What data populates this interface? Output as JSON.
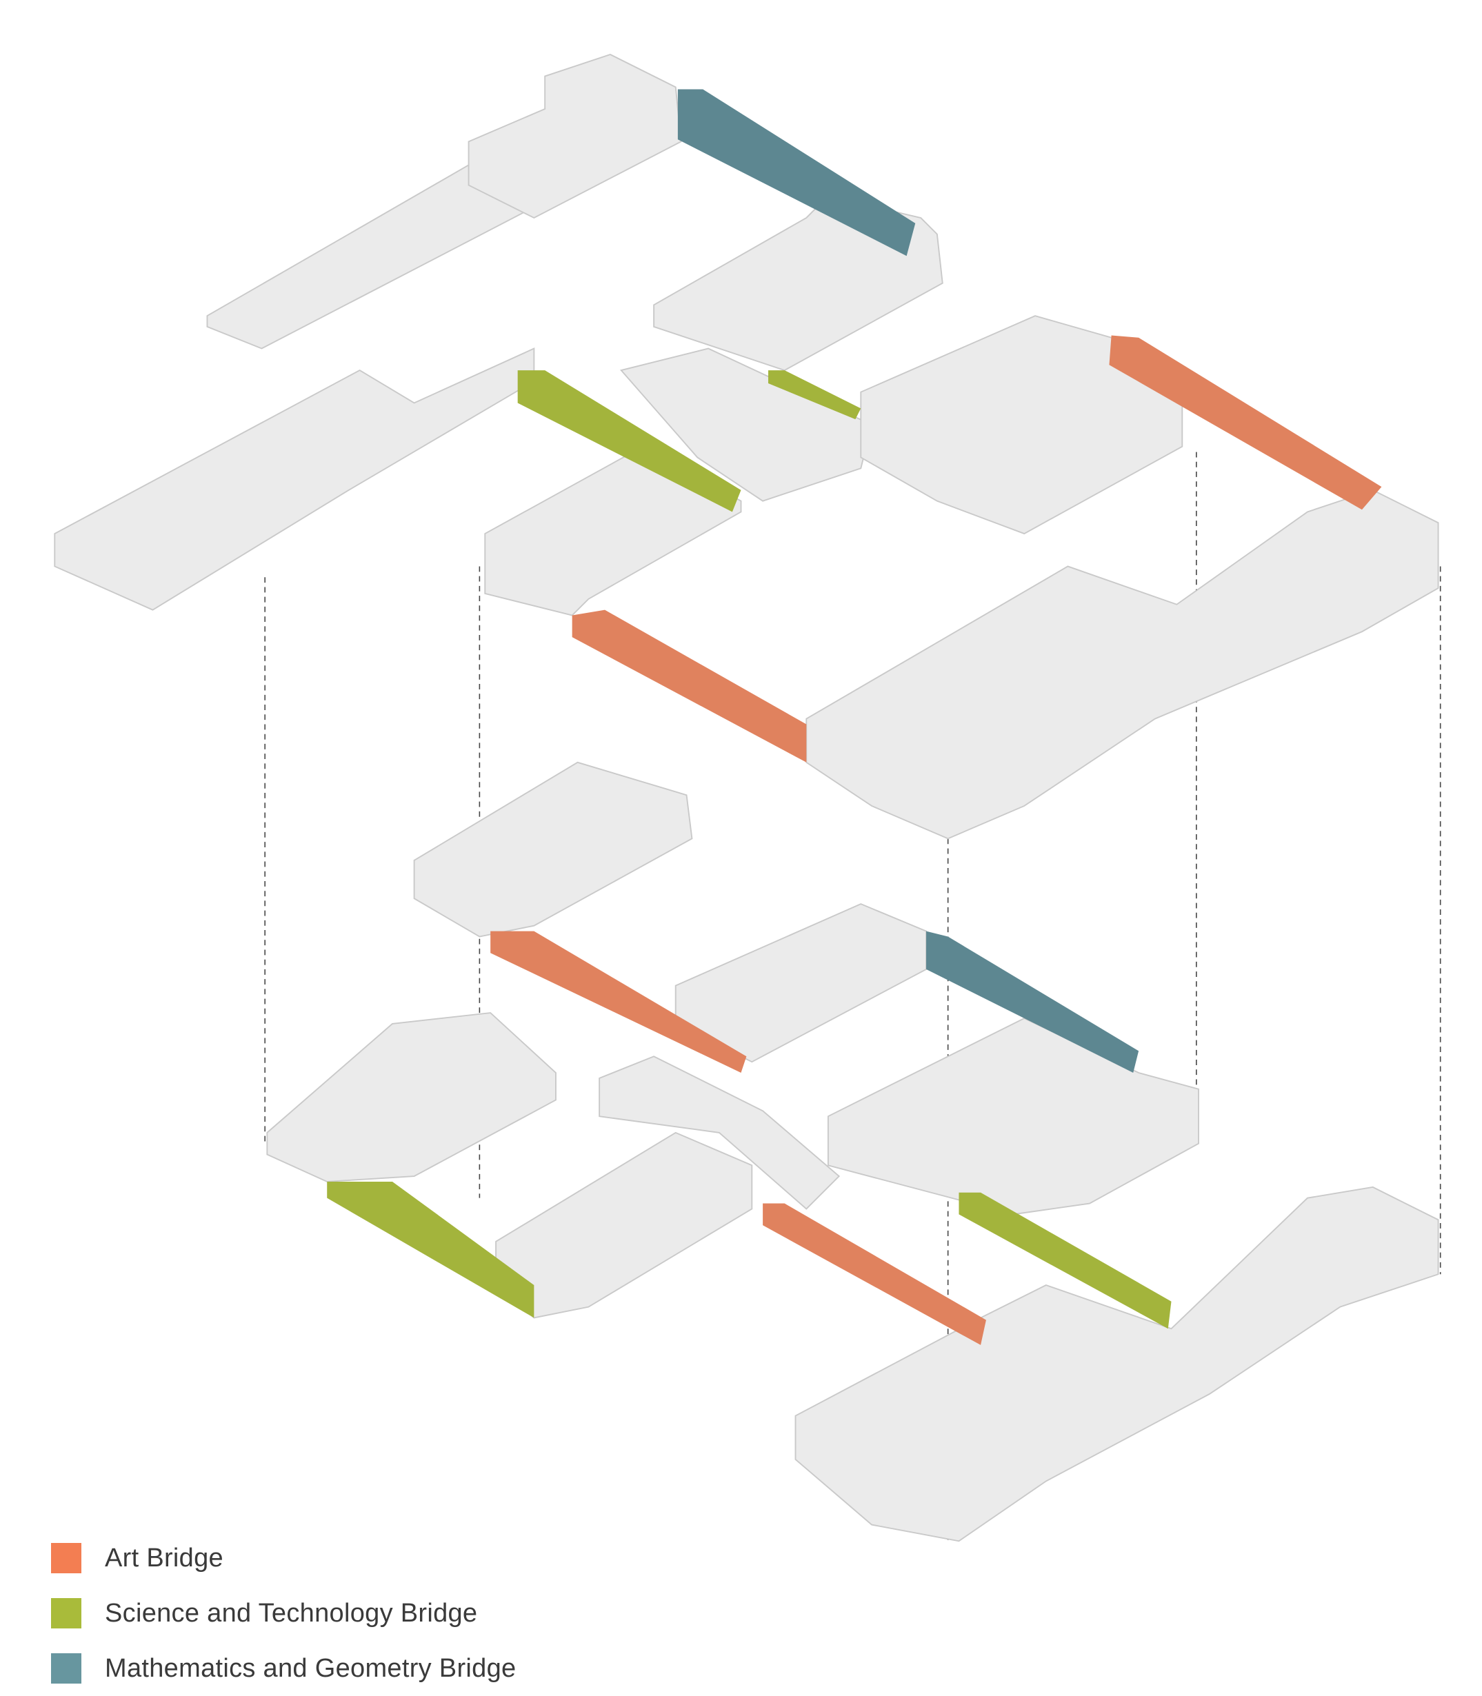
{
  "legend": [
    {
      "label": "Art Bridge",
      "color": "#f37e52"
    },
    {
      "label": "Science and Technology Bridge",
      "color": "#a9bb3a"
    },
    {
      "label": "Mathematics and Geometry Bridge",
      "color": "#67969f"
    }
  ],
  "colors": {
    "art": "#e0825e",
    "science": "#a3b43c",
    "math": "#5d8791",
    "building": "#ebebeb"
  }
}
